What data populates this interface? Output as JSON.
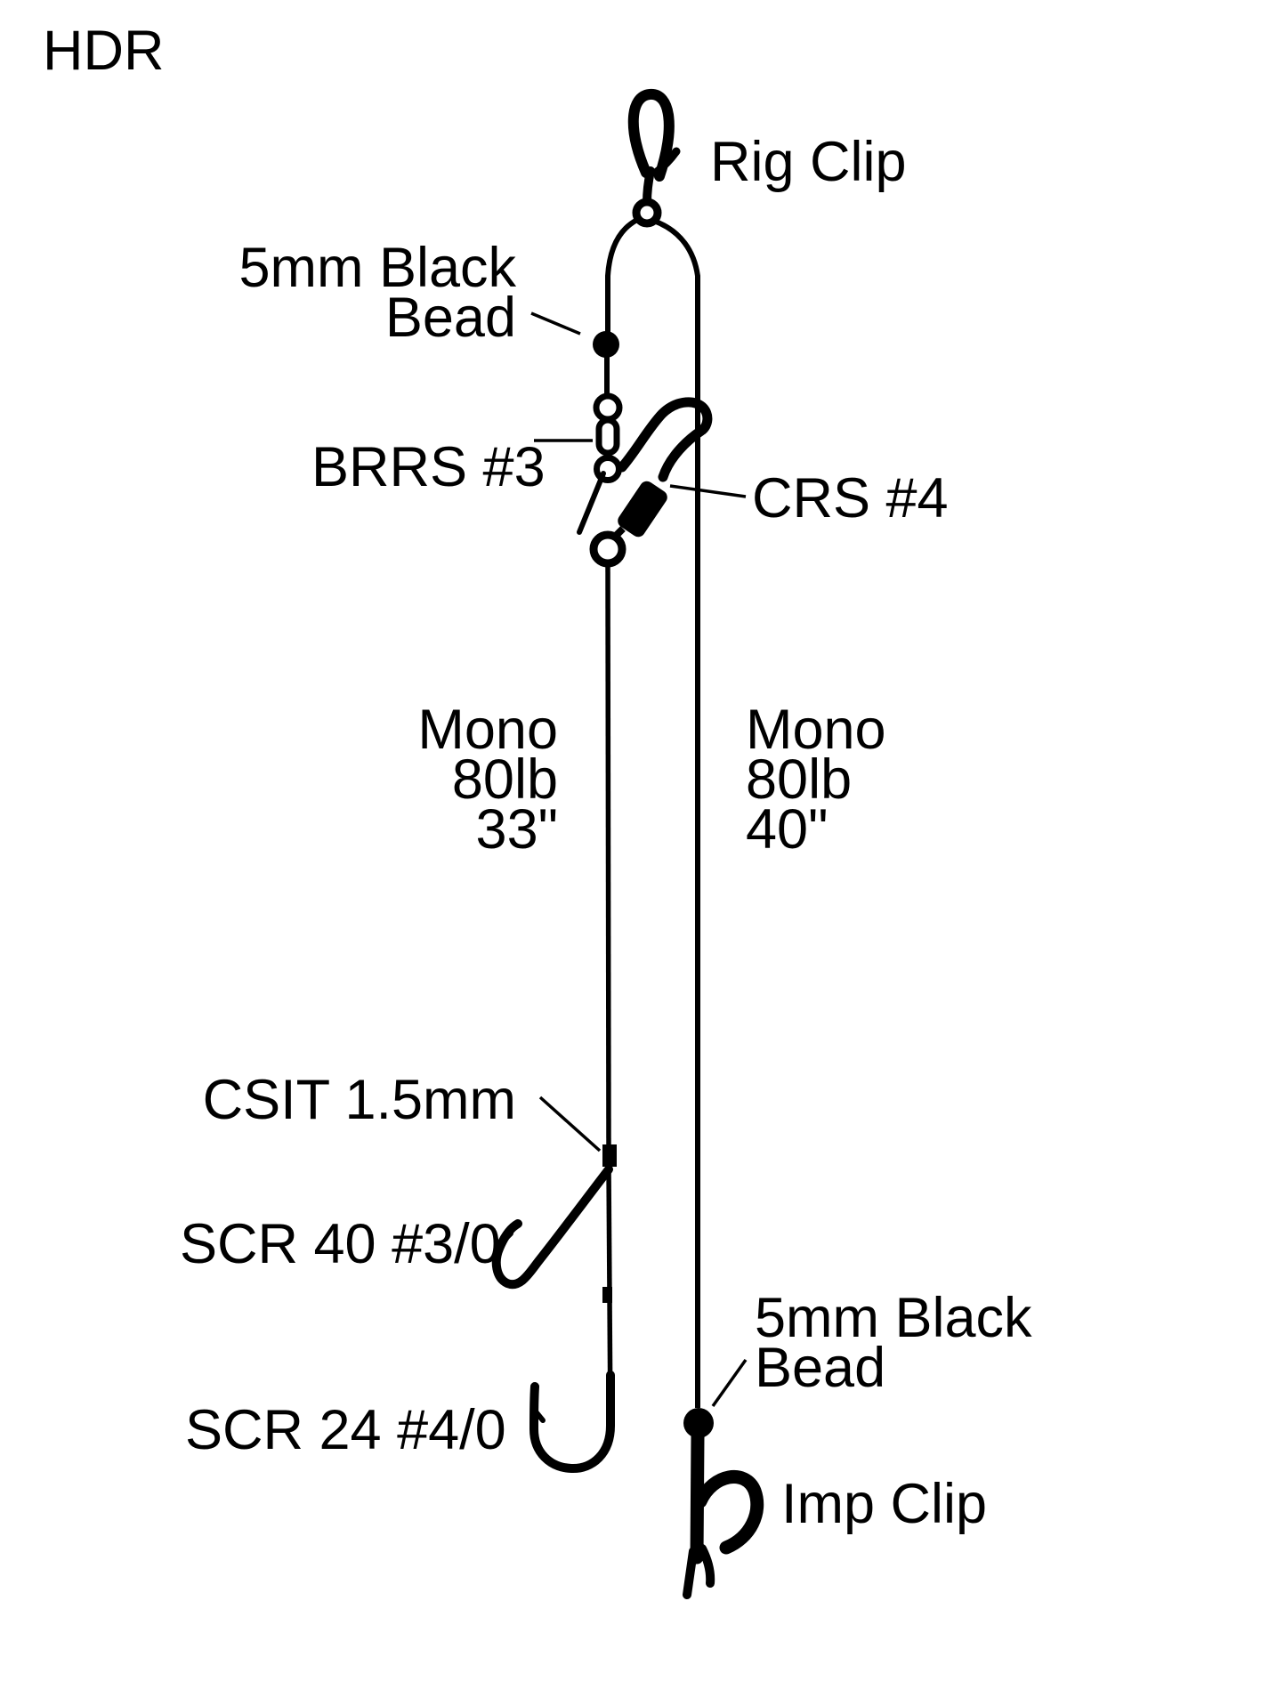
{
  "diagram": {
    "title": "HDR",
    "colors": {
      "ink": "#000000",
      "background": "#ffffff"
    },
    "labels": {
      "rig_clip": "Rig Clip",
      "top_bead_line1": "5mm Black",
      "top_bead_line2": "Bead",
      "brrs": "BRRS #3",
      "crs": "CRS #4",
      "left_snood_line1": "Mono",
      "left_snood_line2": "80lb",
      "left_snood_line3": "33\"",
      "right_snood_line1": "Mono",
      "right_snood_line2": "80lb",
      "right_snood_line3": "40\"",
      "csit": "CSIT 1.5mm",
      "hook1": "SCR 40 #3/0",
      "hook2": "SCR 24 #4/0",
      "bottom_bead_line1": "5mm Black",
      "bottom_bead_line2": "Bead",
      "imp_clip": "Imp Clip"
    }
  }
}
